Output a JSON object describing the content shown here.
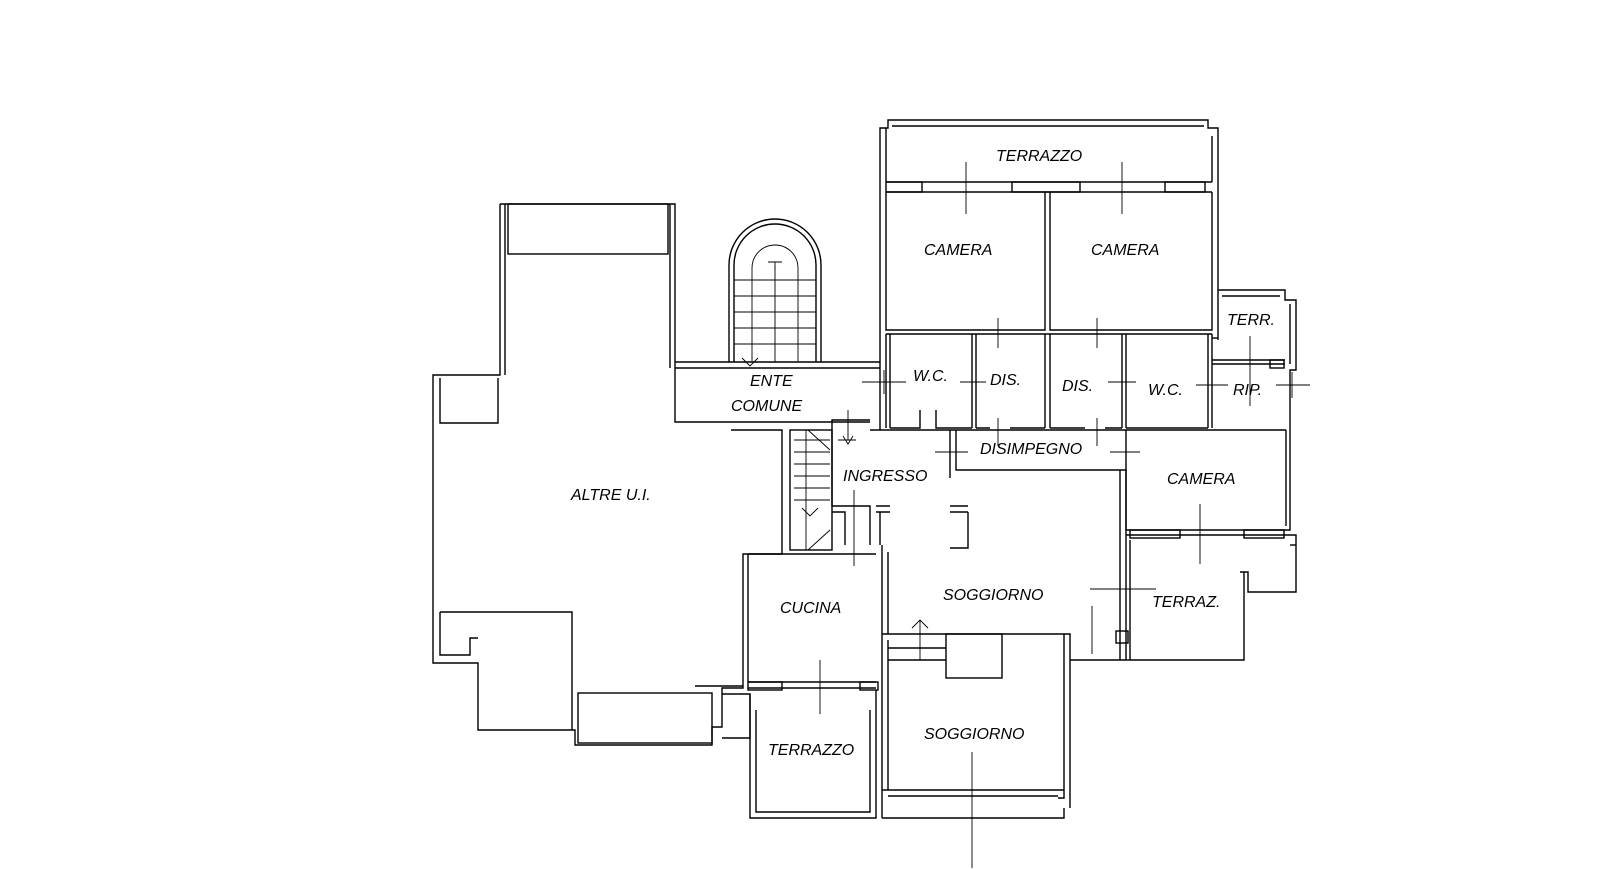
{
  "labels": {
    "altre_ui": "ALTRE U.I.",
    "ente": "ENTE",
    "comune": "COMUNE",
    "terrazzo_top": "TERRAZZO",
    "camera_1": "CAMERA",
    "camera_2": "CAMERA",
    "terr_small": "TERR.",
    "wc_1": "W.C.",
    "dis_1": "DIS.",
    "dis_2": "DIS.",
    "wc_2": "W.C.",
    "rip": "RIP.",
    "disimpegno": "DISIMPEGNO",
    "ingresso": "INGRESSO",
    "camera_3": "CAMERA",
    "soggiorno_1": "SOGGIORNO",
    "terraz": "TERRAZ.",
    "cucina": "CUCINA",
    "terrazzo_bottom": "TERRAZZO",
    "soggiorno_2": "SOGGIORNO"
  }
}
